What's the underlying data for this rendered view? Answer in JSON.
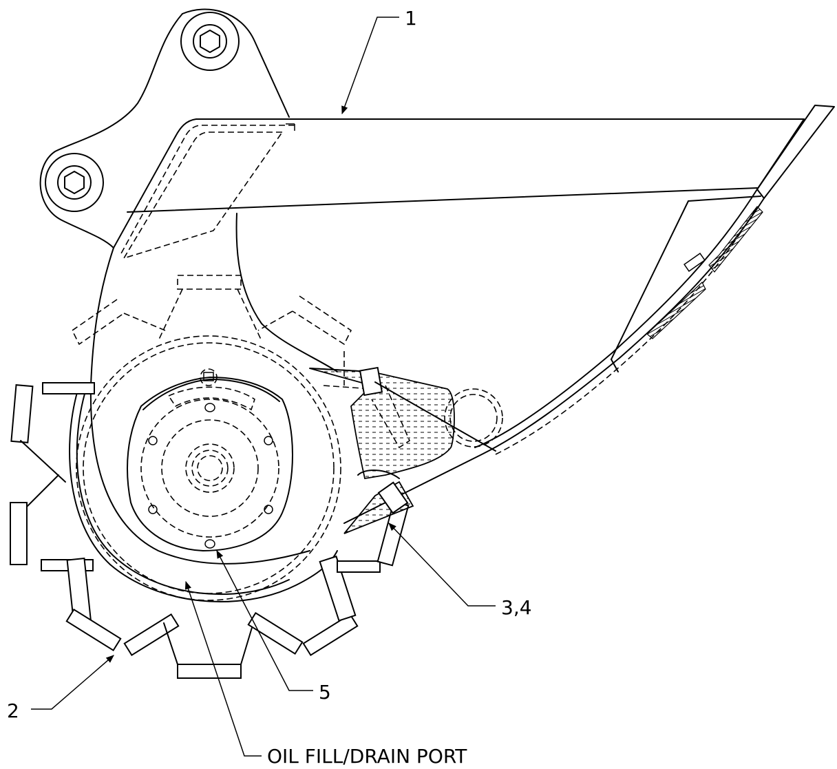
{
  "callouts": {
    "c1": "1",
    "c2": "2",
    "c34": "3,4",
    "c5": "5",
    "oil_port": "OIL FILL/DRAIN PORT"
  },
  "line_color": "#000000"
}
